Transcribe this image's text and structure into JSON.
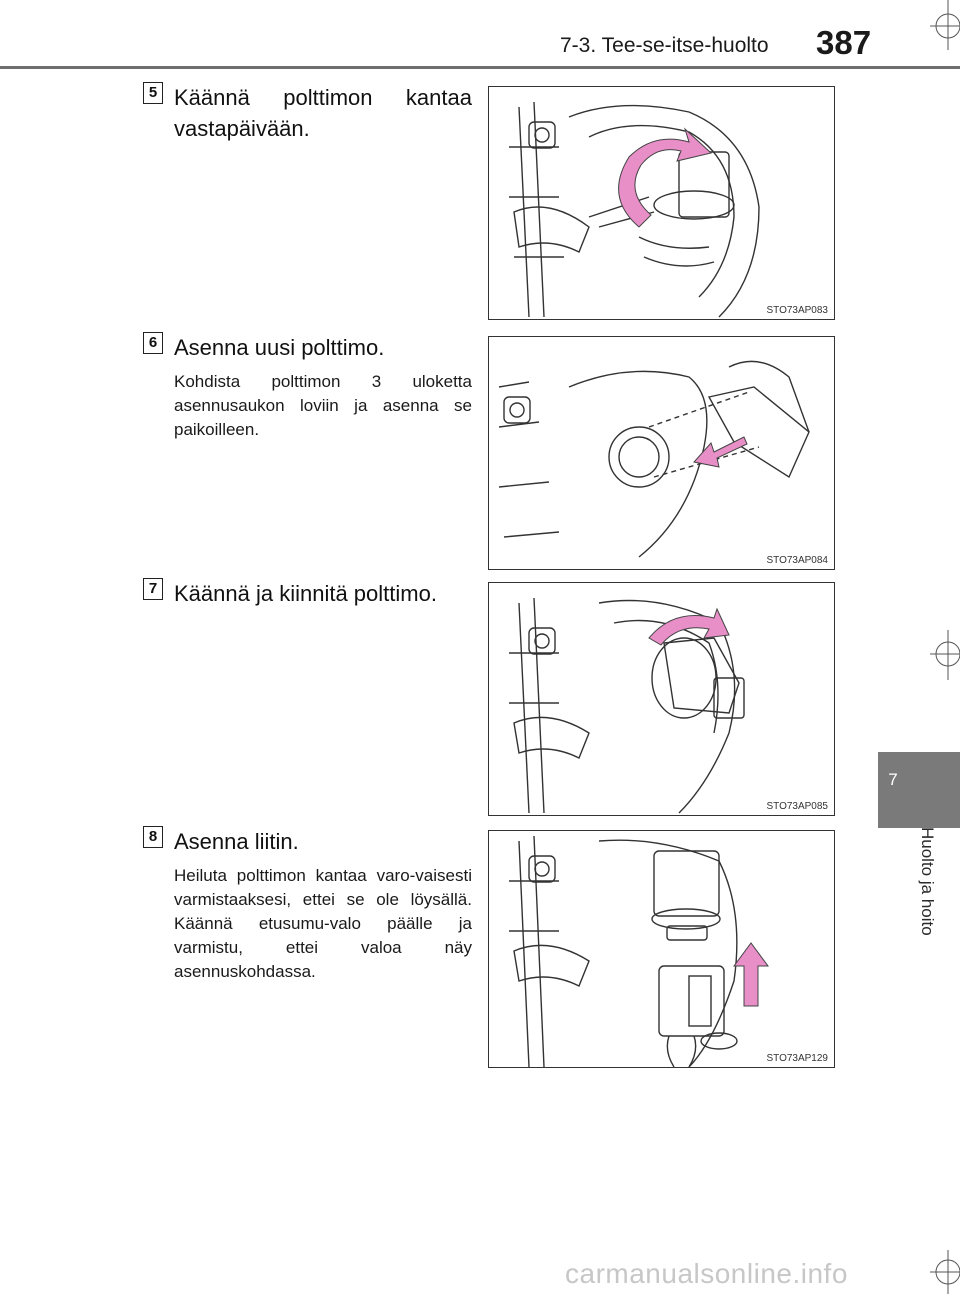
{
  "header": {
    "section": "7-3. Tee-se-itse-huolto",
    "page_number": "387"
  },
  "side_tab": {
    "chapter_number": "7",
    "chapter_title": "Huolto ja hoito"
  },
  "steps": [
    {
      "number": "5",
      "title": "Käännä polttimon kantaa vastapäivään.",
      "body": "",
      "figure_code": "STO73AP083"
    },
    {
      "number": "6",
      "title": "Asenna uusi polttimo.",
      "body": "Kohdista polttimon 3 uloketta asennusaukon loviin ja asenna se paikoilleen.",
      "figure_code": "STO73AP084"
    },
    {
      "number": "7",
      "title": "Käännä ja kiinnitä polttimo.",
      "body": "",
      "figure_code": "STO73AP085"
    },
    {
      "number": "8",
      "title": "Asenna liitin.",
      "body": "Heiluta polttimon kantaa varo-vaisesti varmistaaksesi, ettei se ole löysällä. Käännä etusumu-valo päälle ja varmistu, ettei valoa näy asennuskohdassa.",
      "figure_code": "STO73AP129"
    }
  ],
  "colors": {
    "arrow": "#e88fc8",
    "tab": "#7a7a7a",
    "rule": "#6e6e6e"
  },
  "watermark": "carmanualsonline.info"
}
